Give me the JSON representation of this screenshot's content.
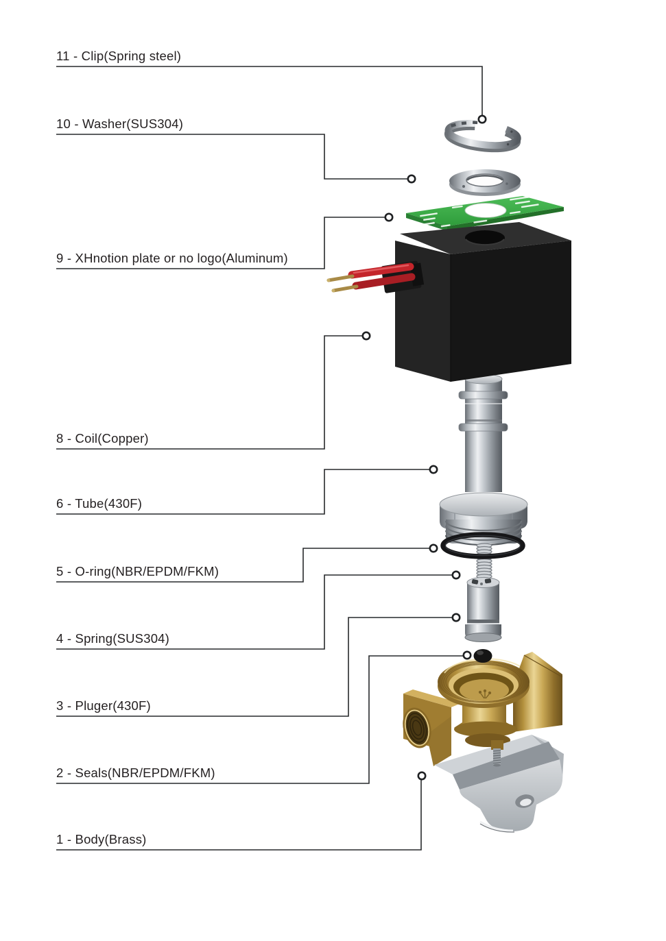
{
  "parts": [
    {
      "number": "11",
      "name": "Clip",
      "material": "Spring steel",
      "label": "11 - Clip(Spring steel)"
    },
    {
      "number": "10",
      "name": "Washer",
      "material": "SUS304",
      "label": "10 - Washer(SUS304)"
    },
    {
      "number": "9",
      "name": "XHnotion plate or no logo",
      "material": "Aluminum",
      "label": "9 - XHnotion plate or no logo(Aluminum)"
    },
    {
      "number": "8",
      "name": "Coil",
      "material": "Copper",
      "label": "8 - Coil(Copper)"
    },
    {
      "number": "6",
      "name": "Tube",
      "material": "430F",
      "label": "6 - Tube(430F)"
    },
    {
      "number": "5",
      "name": "O-ring",
      "material": "NBR/EPDM/FKM",
      "label": "5 - O-ring(NBR/EPDM/FKM)"
    },
    {
      "number": "4",
      "name": "Spring",
      "material": "SUS304",
      "label": "4 - Spring(SUS304)"
    },
    {
      "number": "3",
      "name": "Pluger",
      "material": "430F",
      "label": "3 - Pluger(430F)"
    },
    {
      "number": "2",
      "name": "Seals",
      "material": "NBR/EPDM/FKM",
      "label": "2 - Seals(NBR/EPDM/FKM)"
    },
    {
      "number": "1",
      "name": "Body",
      "material": "Brass",
      "label": "1 - Body(Brass)"
    }
  ],
  "colors": {
    "background": "#ffffff",
    "text": "#231f20",
    "leader_line": "#27292b",
    "coil_black": "#1e1e1e",
    "plate_green": "#3cae49",
    "wire_red": "#c4252b",
    "pin_brass": "#a88a46",
    "body_brass": "#c9a855",
    "bracket_steel": "#c6cbcf",
    "metal_silver": "#c8ccd0",
    "seal_black": "#151515",
    "oring_black": "#161618"
  }
}
